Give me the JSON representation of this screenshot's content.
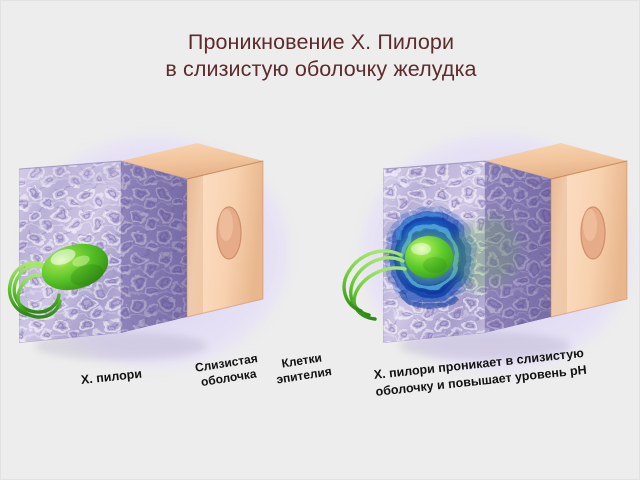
{
  "page": {
    "background_color": "#ededed",
    "title_color": "#5e2b2b",
    "halo_color": "#e1dcf3"
  },
  "title": {
    "line1": "Проникновение X. Пилори",
    "line2": "в слизистую оболочку желудка"
  },
  "left_panel": {
    "caption": "X. пилори",
    "label_mucus_line1": "Слизистая",
    "label_mucus_line2": "оболочка",
    "label_epithelium_line1": "Клетки",
    "label_epithelium_line2": "эпителия"
  },
  "right_panel": {
    "caption_line1": "X. пилори проникает в слизистую",
    "caption_line2": "оболочку и повышает уровень pH"
  },
  "illustration": {
    "mucus_layer_color": "#b8afd6",
    "epithelium_color": "#f9d6b6",
    "bacterium_color": "#55c227",
    "penetration_ring_color": "#1040b0",
    "flagella_color": "#6ec93a"
  }
}
